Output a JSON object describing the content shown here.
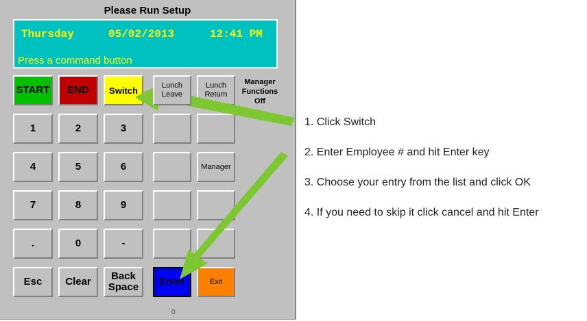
{
  "title": "Please Run Setup",
  "display": {
    "day": "Thursday",
    "date": "05/02/2013",
    "time": "12:41 PM",
    "message": "Press a command button"
  },
  "buttons": {
    "start": "START",
    "end": "END",
    "switch": "Switch",
    "lunch_leave": "Lunch Leave",
    "lunch_return": "Lunch Return",
    "manager": "Manager",
    "esc": "Esc",
    "clear": "Clear",
    "backspace": "Back Space",
    "enter": "Enter",
    "exit": "Exit"
  },
  "keypad": [
    "1",
    "2",
    "3",
    "4",
    "5",
    "6",
    "7",
    "8",
    "9",
    ".",
    "0",
    "-"
  ],
  "manager_status": "Manager Functions Off",
  "counter": "0",
  "steps": [
    "1. Click Switch",
    "2. Enter Employee # and hit Enter key",
    "3. Choose your entry from the list and click OK",
    "4. If you need to skip it click cancel and hit Enter"
  ],
  "colors": {
    "display": "#00c0c0",
    "start": "#00c000",
    "end": "#c00000",
    "switch": "#ffff00",
    "enter": "#0000ff",
    "exit": "#ff8000",
    "arrow": "#7dc832"
  }
}
